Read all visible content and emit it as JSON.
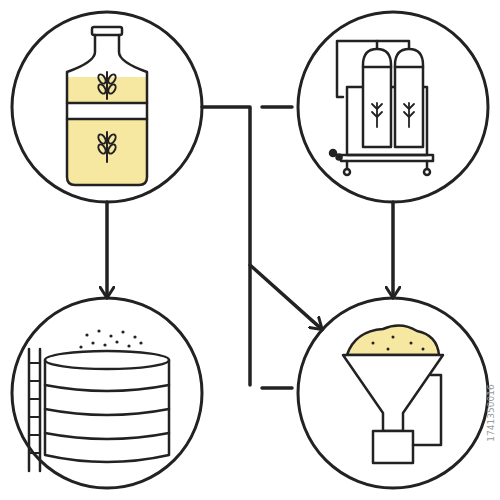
{
  "diagram": {
    "nodes": [
      {
        "text": []
      },
      {
        "text": []
      },
      {
        "text": []
      },
      {
        "text": []
      }
    ],
    "edges": [
      {
        "from": 0,
        "to": 2,
        "arrow": "to"
      },
      {
        "from": 0,
        "to": 3,
        "arrow": "to"
      },
      {
        "from": 1,
        "to": 3,
        "arrow": "to"
      }
    ],
    "labels": [
      "1741350016"
    ]
  }
}
